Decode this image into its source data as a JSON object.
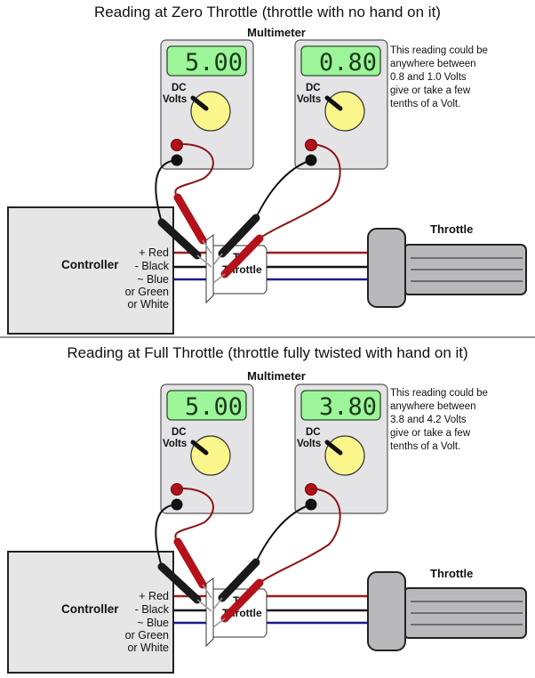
{
  "colors": {
    "meter_body": "#e4e4e6",
    "lcd_bg": "#9df59a",
    "knob": "#fbf68c",
    "controller_fill": "#e6e6e6",
    "grip_fill": "#b9b9bb",
    "wire_red": "#a01a1a",
    "wire_black": "#111111",
    "wire_blue": "#1a1a8c",
    "probe_red": "#b3121b",
    "probe_black": "#1a1a1a"
  },
  "panels": [
    {
      "title": "Reading at Zero Throttle (throttle with no hand on it)",
      "multimeter_heading": "Multimeter",
      "meters": [
        {
          "reading": "5.00",
          "mode_line1": "DC",
          "mode_line2": "Volts"
        },
        {
          "reading": "0.80",
          "mode_line1": "DC",
          "mode_line2": "Volts"
        }
      ],
      "note_lines": [
        "This reading could be",
        "anywhere between",
        "0.8 and 1.0 Volts",
        "give or take a few",
        "tenths of a Volt."
      ],
      "controller_label": "Controller",
      "wire_labels": [
        "+ Red",
        "- Black",
        "~ Blue",
        "or Green",
        "or White"
      ],
      "connector_label_line1": "To",
      "connector_label_line2": "Throttle",
      "throttle_label": "Throttle"
    },
    {
      "title": "Reading at Full Throttle (throttle fully twisted with hand on it)",
      "multimeter_heading": "Multimeter",
      "meters": [
        {
          "reading": "5.00",
          "mode_line1": "DC",
          "mode_line2": "Volts"
        },
        {
          "reading": "3.80",
          "mode_line1": "DC",
          "mode_line2": "Volts"
        }
      ],
      "note_lines": [
        "This reading could be",
        "anywhere between",
        "3.8 and 4.2 Volts",
        "give or take a few",
        "tenths of a Volt."
      ],
      "controller_label": "Controller",
      "wire_labels": [
        "+ Red",
        "- Black",
        "~ Blue",
        "or Green",
        "or White"
      ],
      "connector_label_line1": "To",
      "connector_label_line2": "Throttle",
      "throttle_label": "Throttle"
    }
  ]
}
